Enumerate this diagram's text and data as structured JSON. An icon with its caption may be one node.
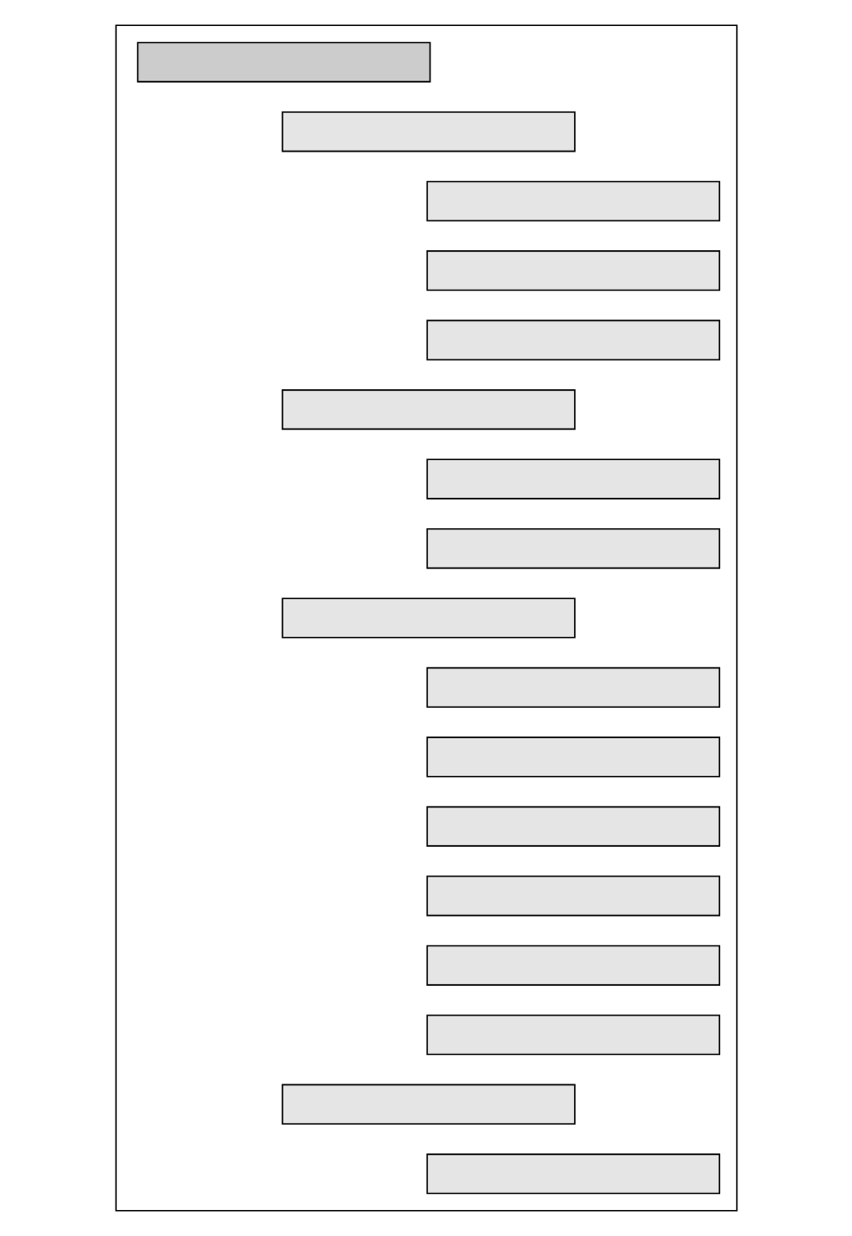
{
  "diagram": {
    "nodes": [
      {
        "text": [],
        "shape": "box"
      },
      {
        "text": [],
        "shape": "box",
        "in": 0
      },
      {
        "text": [],
        "shape": "box",
        "in": 0
      },
      {
        "text": [],
        "shape": "box",
        "in": 0
      },
      {
        "text": [],
        "shape": "box",
        "in": 0
      },
      {
        "text": [],
        "shape": "box",
        "in": 0
      },
      {
        "text": [],
        "shape": "box",
        "in": 0
      },
      {
        "text": [],
        "shape": "box",
        "in": 0
      },
      {
        "text": [],
        "shape": "box",
        "in": 0
      },
      {
        "text": [],
        "shape": "box",
        "in": 0
      },
      {
        "text": [],
        "shape": "box",
        "in": 0
      },
      {
        "text": [],
        "shape": "box",
        "in": 0
      },
      {
        "text": [],
        "shape": "box",
        "in": 0
      },
      {
        "text": [],
        "shape": "box",
        "in": 0
      },
      {
        "text": [],
        "shape": "box",
        "in": 0
      },
      {
        "text": [],
        "shape": "box",
        "in": 0
      },
      {
        "text": [],
        "shape": "box",
        "in": 0
      },
      {
        "text": [],
        "shape": "box",
        "in": 0
      }
    ]
  }
}
